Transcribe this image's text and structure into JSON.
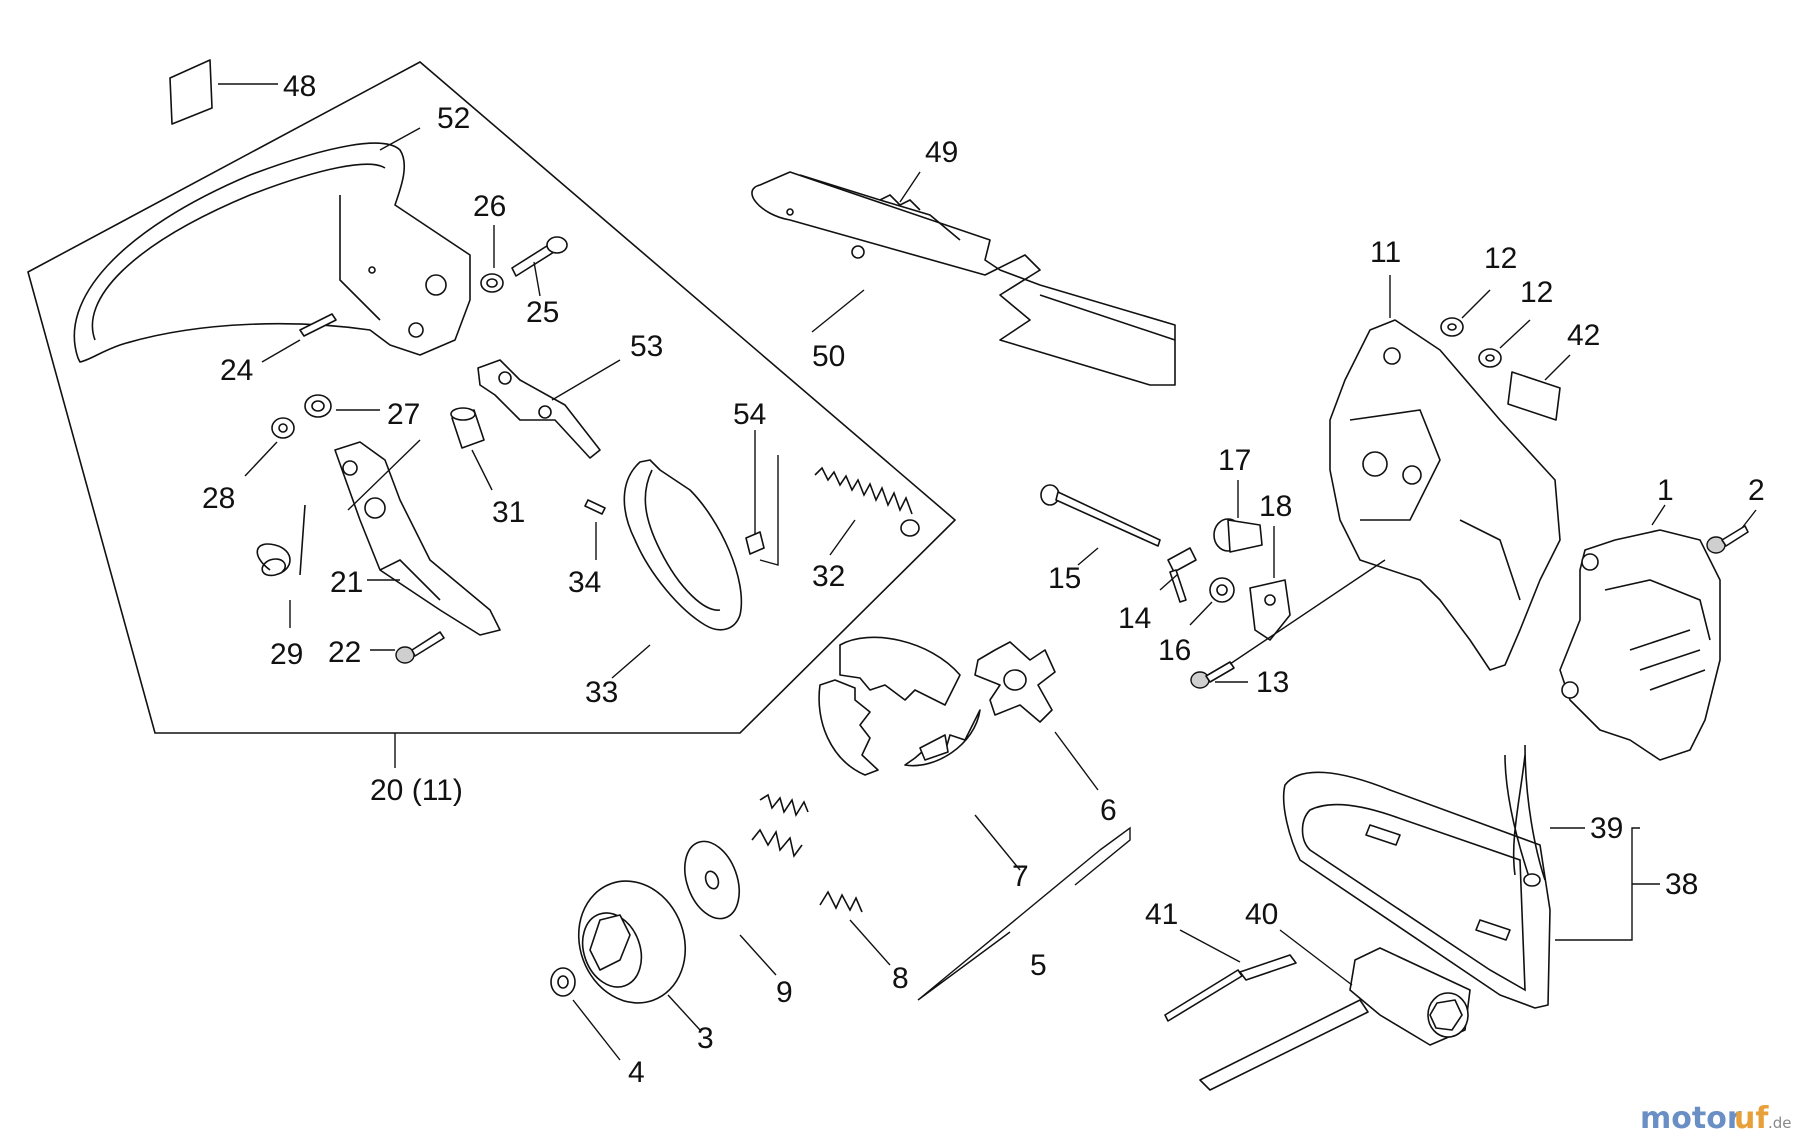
{
  "labels": {
    "p48": "48",
    "p52": "52",
    "p49": "49",
    "p26": "26",
    "p25": "25",
    "p11": "11",
    "p12a": "12",
    "p12b": "12",
    "p42": "42",
    "p24": "24",
    "p53": "53",
    "p50": "50",
    "p27": "27",
    "p28": "28",
    "p31": "31",
    "p54": "54",
    "p17": "17",
    "p18": "18",
    "p1": "1",
    "p2": "2",
    "p34": "34",
    "p32": "32",
    "p21": "21",
    "p15": "15",
    "p14": "14",
    "p16": "16",
    "p29": "29",
    "p22": "22",
    "p13": "13",
    "p33": "33",
    "p6": "6",
    "p20": "20 (11)",
    "p39": "39",
    "p38": "38",
    "p7": "7",
    "p41": "41",
    "p40": "40",
    "p9": "9",
    "p8": "8",
    "p5": "5",
    "p3": "3",
    "p4": "4"
  },
  "watermark": {
    "part1": "motor",
    "part2": "uf",
    "suffix": ".de"
  }
}
